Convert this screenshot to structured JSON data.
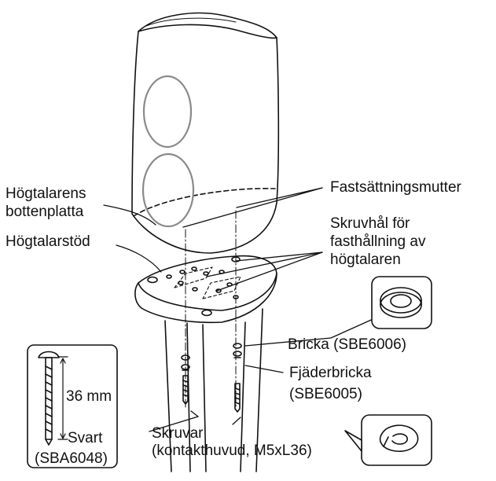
{
  "labels": {
    "bottom_plate_line1": "Högtalarens",
    "bottom_plate_line2": "bottenplatta",
    "stand": "Högtalarstöd",
    "nut": "Fastsättningsmutter",
    "holes_line1": "Skruvhål för",
    "holes_line2": "fasthållning av",
    "holes_line3": "högtalaren",
    "washer": "Bricka (SBE6006)",
    "spring_washer_line1": "Fjäderbricka",
    "spring_washer_line2": "(SBE6005)",
    "screws_line1": "Skruvar",
    "screws_line2": "(kontakthuvud, M5xL36)"
  },
  "screw_inset": {
    "length": "36 mm",
    "color": "Svart",
    "part_no": "(SBA6048)"
  },
  "colors": {
    "line": "#111111",
    "driver_outline": "#8a8a8a"
  }
}
